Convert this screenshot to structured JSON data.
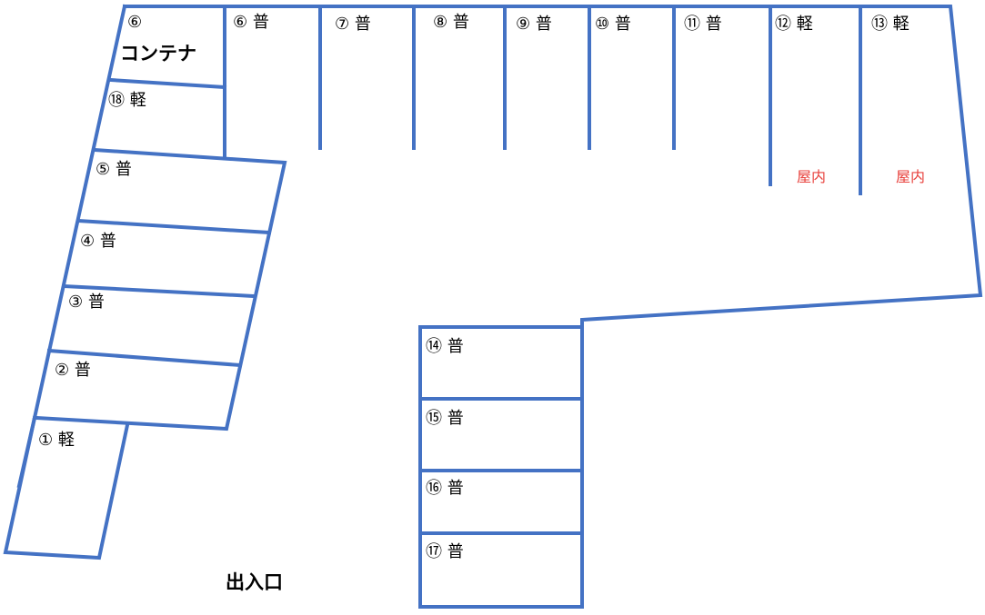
{
  "colors": {
    "lines": "#4472c4",
    "text": "#000000",
    "indoor": "#e8413c"
  },
  "labels": {
    "container": "コンテナ",
    "entrance": "出入口",
    "indoor_12": "屋内",
    "indoor_13": "屋内"
  },
  "spots": {
    "s6c": "⑥",
    "s6": "⑥ 普",
    "s7": "⑦ 普",
    "s8": "⑧ 普",
    "s9": "⑨ 普",
    "s10": "⑩ 普",
    "s11": "⑪ 普",
    "s12": "⑫ 軽",
    "s13": "⑬ 軽",
    "s18": "⑱ 軽",
    "s5": "⑤ 普",
    "s4": "④ 普",
    "s3": "③ 普",
    "s2": "② 普",
    "s1": "① 軽",
    "s14": "⑭ 普",
    "s15": "⑮ 普",
    "s16": "⑯ 普",
    "s17": "⑰ 普"
  }
}
